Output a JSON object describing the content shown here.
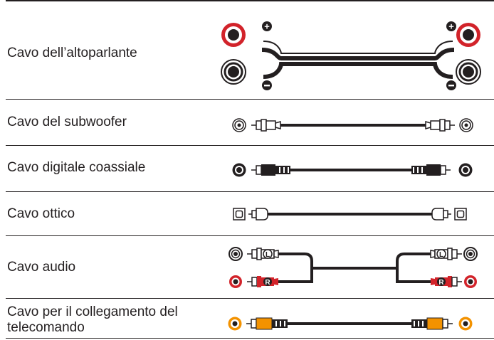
{
  "rows": [
    {
      "label": "Cavo dell’altoparlante"
    },
    {
      "label": "Cavo del subwoofer"
    },
    {
      "label": "Cavo digitale coassiale"
    },
    {
      "label": "Cavo ottico"
    },
    {
      "label": "Cavo audio"
    },
    {
      "label": "Cavo per il collegamento del telecomando"
    }
  ],
  "symbols": {
    "plus": "+",
    "minus": "−",
    "left": "L",
    "right": "R"
  },
  "colors": {
    "line": "#231f20",
    "red": "#d2232a",
    "orange": "#f39200",
    "white": "#ffffff"
  }
}
